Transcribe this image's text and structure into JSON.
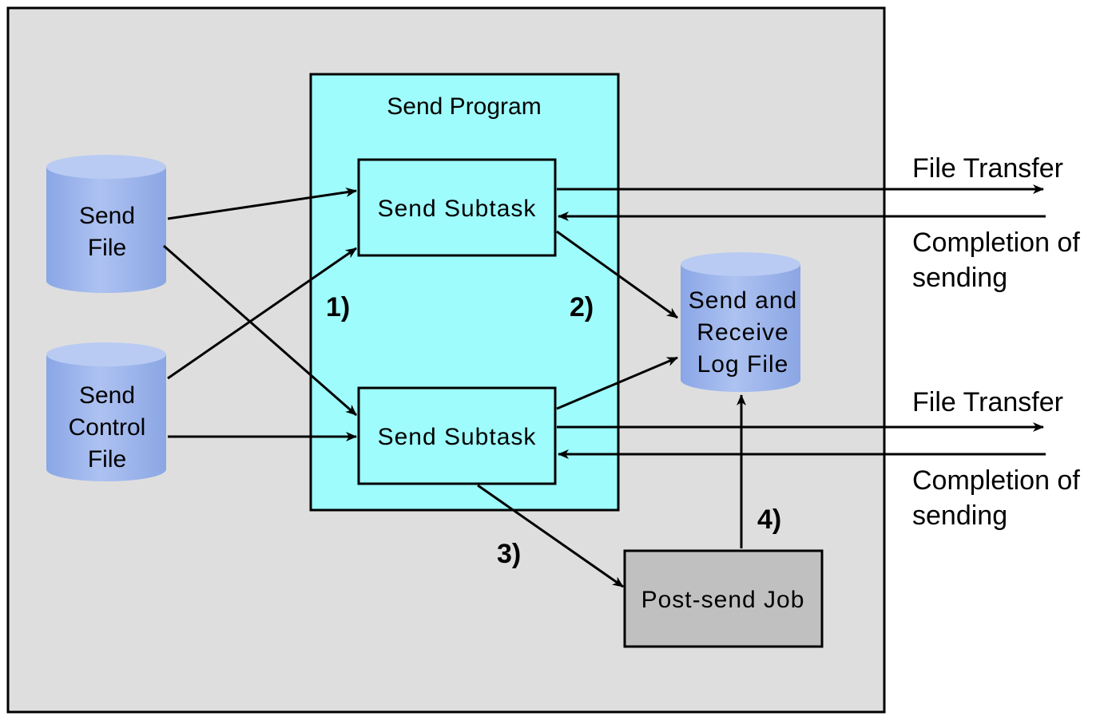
{
  "program": {
    "title": "Send Program"
  },
  "send_file": {
    "line1": "Send",
    "line2": "File"
  },
  "send_control_file": {
    "line1": "Send",
    "line2": "Control",
    "line3": "File"
  },
  "log_file": {
    "line1": "Send and",
    "line2": "Receive",
    "line3": "Log File"
  },
  "subtasks": [
    {
      "label": "Send Subtask"
    },
    {
      "label": "Send Subtask"
    }
  ],
  "post_send_job": {
    "label": "Post-send Job"
  },
  "steps": {
    "s1": "1)",
    "s2": "2)",
    "s3": "3)",
    "s4": "4)"
  },
  "channels": [
    {
      "transfer": "File Transfer",
      "completion_line1": "Completion of",
      "completion_line2": "sending"
    },
    {
      "transfer": "File Transfer",
      "completion_line1": "Completion of",
      "completion_line2": "sending"
    }
  ],
  "colors": {
    "outer_bg": "#dedede",
    "program_bg": "#9ffcfc",
    "cylinder": "#9db5ec",
    "cylinder_top": "#b9cbf3",
    "post_job_bg": "#c0c0c0",
    "line": "#000000"
  }
}
